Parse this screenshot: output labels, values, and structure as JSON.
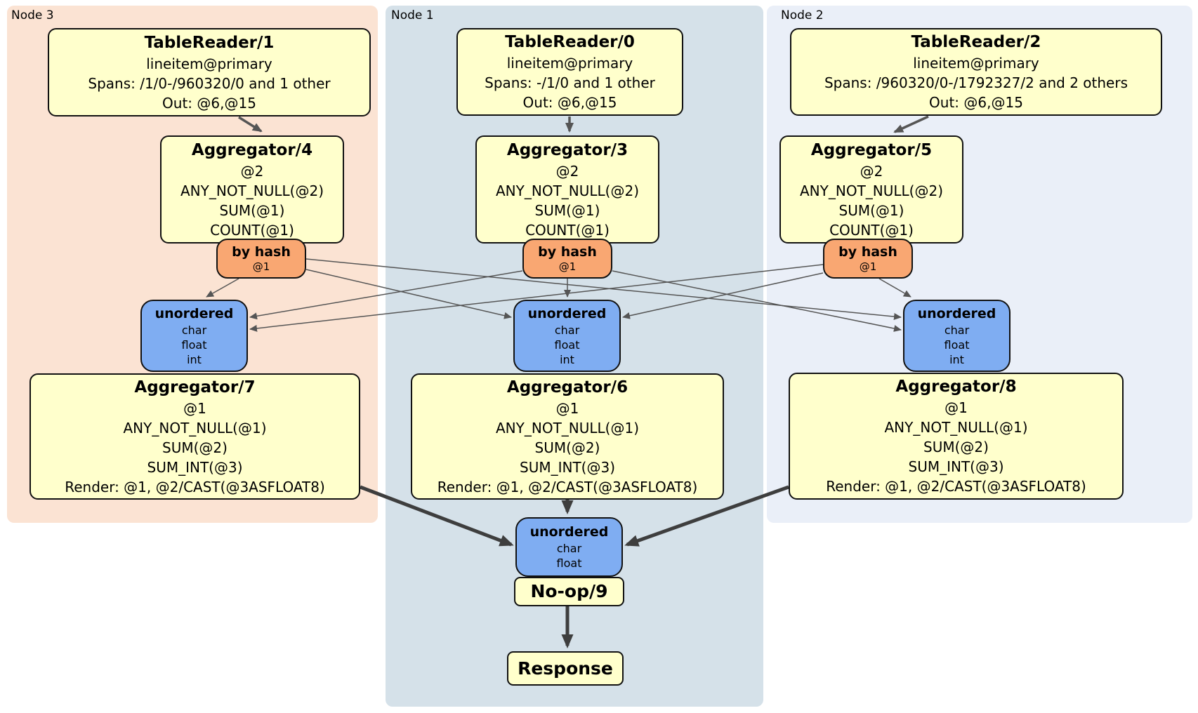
{
  "panels": {
    "node3": {
      "label": "Node 3"
    },
    "node1": {
      "label": "Node 1"
    },
    "node2": {
      "label": "Node 2"
    }
  },
  "boxes": {
    "tr1": {
      "title": "TableReader/1",
      "lines": [
        "lineitem@primary",
        "Spans: /1/0-/960320/0 and 1 other",
        "Out: @6,@15"
      ]
    },
    "tr0": {
      "title": "TableReader/0",
      "lines": [
        "lineitem@primary",
        "Spans: -/1/0 and 1 other",
        "Out: @6,@15"
      ]
    },
    "tr2": {
      "title": "TableReader/2",
      "lines": [
        "lineitem@primary",
        "Spans: /960320/0-/1792327/2 and 2 others",
        "Out: @6,@15"
      ]
    },
    "agg4": {
      "title": "Aggregator/4",
      "lines": [
        "@2",
        "ANY_NOT_NULL(@2)",
        "SUM(@1)",
        "COUNT(@1)"
      ]
    },
    "agg3": {
      "title": "Aggregator/3",
      "lines": [
        "@2",
        "ANY_NOT_NULL(@2)",
        "SUM(@1)",
        "COUNT(@1)"
      ]
    },
    "agg5": {
      "title": "Aggregator/5",
      "lines": [
        "@2",
        "ANY_NOT_NULL(@2)",
        "SUM(@1)",
        "COUNT(@1)"
      ]
    },
    "bh3": {
      "title": "by hash",
      "lines": [
        "@1"
      ]
    },
    "bh1": {
      "title": "by hash",
      "lines": [
        "@1"
      ]
    },
    "bh2": {
      "title": "by hash",
      "lines": [
        "@1"
      ]
    },
    "u3": {
      "title": "unordered",
      "lines": [
        "char",
        "float",
        "int"
      ]
    },
    "u1": {
      "title": "unordered",
      "lines": [
        "char",
        "float",
        "int"
      ]
    },
    "u2": {
      "title": "unordered",
      "lines": [
        "char",
        "float",
        "int"
      ]
    },
    "agg7": {
      "title": "Aggregator/7",
      "lines": [
        "@1",
        "ANY_NOT_NULL(@1)",
        "SUM(@2)",
        "SUM_INT(@3)",
        "Render: @1, @2/CAST(@3ASFLOAT8)"
      ]
    },
    "agg6": {
      "title": "Aggregator/6",
      "lines": [
        "@1",
        "ANY_NOT_NULL(@1)",
        "SUM(@2)",
        "SUM_INT(@3)",
        "Render: @1, @2/CAST(@3ASFLOAT8)"
      ]
    },
    "agg8": {
      "title": "Aggregator/8",
      "lines": [
        "@1",
        "ANY_NOT_NULL(@1)",
        "SUM(@2)",
        "SUM_INT(@3)",
        "Render: @1, @2/CAST(@3ASFLOAT8)"
      ]
    },
    "uf": {
      "title": "unordered",
      "lines": [
        "char",
        "float"
      ]
    },
    "noop": {
      "title": "No-op/9"
    },
    "resp": {
      "title": "Response"
    }
  },
  "colors": {
    "node3_bg": "#fbe3d3",
    "node1_bg": "#d5e1e9",
    "node2_bg": "#eaeff8",
    "operator_bg": "#ffffcc",
    "router_bg": "#f9a772",
    "sync_bg": "#7fadf2",
    "edge": "#555555",
    "edge_thick": "#3e3e3e"
  }
}
